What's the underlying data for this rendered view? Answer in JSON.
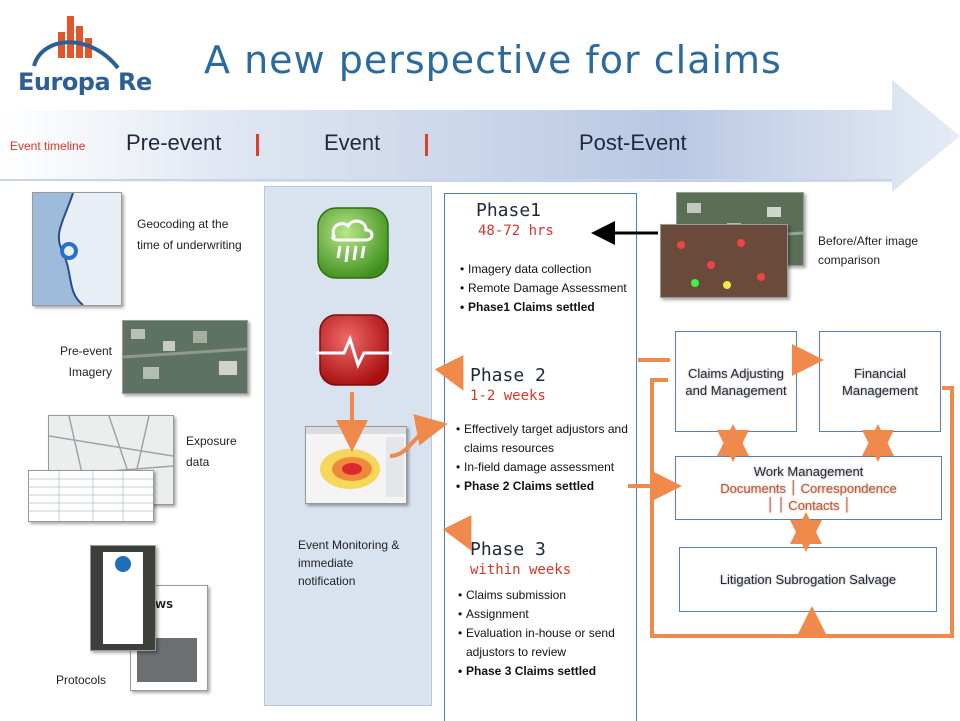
{
  "header": {
    "title": "A new perspective for claims",
    "logo_text": "Europa Re"
  },
  "timeline": {
    "label": "Event timeline",
    "stages": [
      "Pre-event",
      "Event",
      "Post-Event"
    ]
  },
  "pre_event": {
    "geocoding": "Geocoding at the time of underwriting",
    "imagery": "Pre-event Imagery",
    "exposure": "Exposure data",
    "protocols": "Protocols"
  },
  "event": {
    "monitoring": "Event Monitoring & immediate notification"
  },
  "phases": [
    {
      "title": "Phase1",
      "duration": "48-72 hrs",
      "items": [
        {
          "text": "Imagery data collection",
          "bold": false
        },
        {
          "text": "Remote Damage Assessment",
          "bold": false
        },
        {
          "text": "Phase1 Claims settled",
          "bold": true
        }
      ]
    },
    {
      "title": "Phase 2",
      "duration": "1-2 weeks",
      "items": [
        {
          "text": "Effectively target adjustors and claims resources",
          "bold": false
        },
        {
          "text": "In-field damage assessment",
          "bold": false
        },
        {
          "text": "Phase 2 Claims settled",
          "bold": true
        }
      ]
    },
    {
      "title": "Phase 3",
      "duration": "within weeks",
      "items": [
        {
          "text": "Claims submission",
          "bold": false
        },
        {
          "text": "Assignment",
          "bold": false
        },
        {
          "text": "Evaluation in-house or send adjustors to review",
          "bold": false
        },
        {
          "text": "Phase 3 Claims settled",
          "bold": true
        }
      ]
    }
  ],
  "post_event": {
    "before_after": "Before/After image comparison",
    "claims_box": "Claims Adjusting and Management",
    "financial_box": "Financial Management",
    "work_mgmt_title": "Work Management",
    "work_mgmt_sub": "Documents ׀ Correspondence ׀ ׀ Contacts ׀",
    "litigation_box": "Litigation Subrogation Salvage"
  },
  "colors": {
    "accent_blue": "#2b6a9e",
    "accent_red": "#d9362a",
    "arrow_orange": "#ef8a4c",
    "box_border": "#5b7fb5"
  }
}
